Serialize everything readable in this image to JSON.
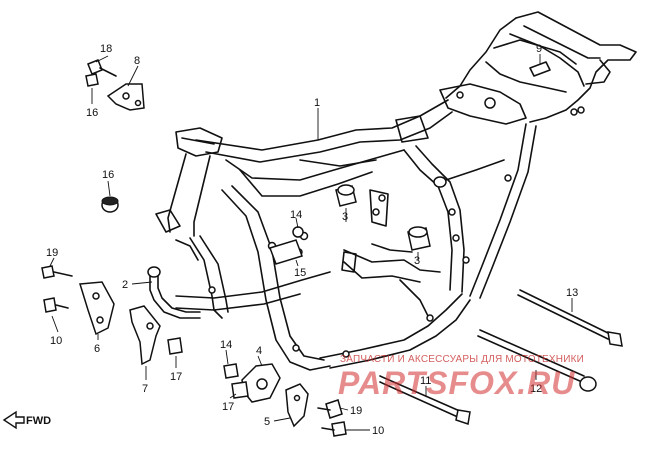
{
  "callouts": {
    "c1": "1",
    "c2": "2",
    "c3a": "3",
    "c3b": "3",
    "c4": "4",
    "c5": "5",
    "c6": "6",
    "c7": "7",
    "c8": "8",
    "c9": "9",
    "c10a": "10",
    "c10b": "10",
    "c11": "11",
    "c12": "12",
    "c13": "13",
    "c14a": "14",
    "c14b": "14",
    "c15": "15",
    "c16a": "16",
    "c16b": "16",
    "c17a": "17",
    "c17b": "17",
    "c18": "18",
    "c19a": "19",
    "c19b": "19"
  },
  "direction_label": "FWD",
  "watermark": {
    "caption": "ЗАПЧАСТИ И АКСЕССУАРЫ ДЛЯ МОТОТЕХНИКИ",
    "logo": "PARTSFOX.RU"
  },
  "colors": {
    "line": "#111111",
    "watermark": "#d32f2f"
  },
  "icons": {
    "direction": "fwd-arrow-icon"
  }
}
